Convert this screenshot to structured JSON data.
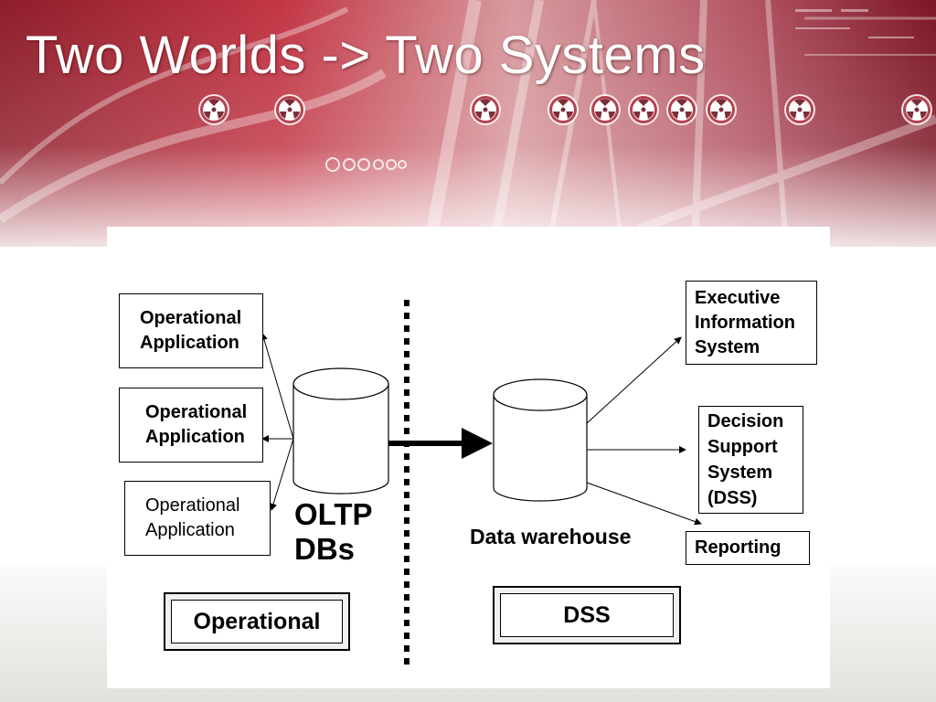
{
  "slide": {
    "title": "Two Worlds -> Two Systems"
  },
  "diagram": {
    "operational_apps": [
      {
        "label": "Operational\nApplication",
        "style": "bold"
      },
      {
        "label": "Operational\nApplication",
        "style": "bold"
      },
      {
        "label": "Operational\nApplication",
        "style": "normal"
      }
    ],
    "oltp_label": "OLTP\nDBs",
    "warehouse_label": "Data warehouse",
    "outputs": [
      {
        "label": "Executive\nInformation\nSystem"
      },
      {
        "label": "Decision\nSupport\nSystem\n(DSS)"
      },
      {
        "label": "Reporting"
      }
    ],
    "section_left": "Operational",
    "section_right": "DSS"
  },
  "colors": {
    "banner_red": "#b5263a",
    "text": "#000000",
    "title_text": "#ffffff"
  },
  "icons": [
    "radiation-icon",
    "pipeline-photo-background"
  ]
}
